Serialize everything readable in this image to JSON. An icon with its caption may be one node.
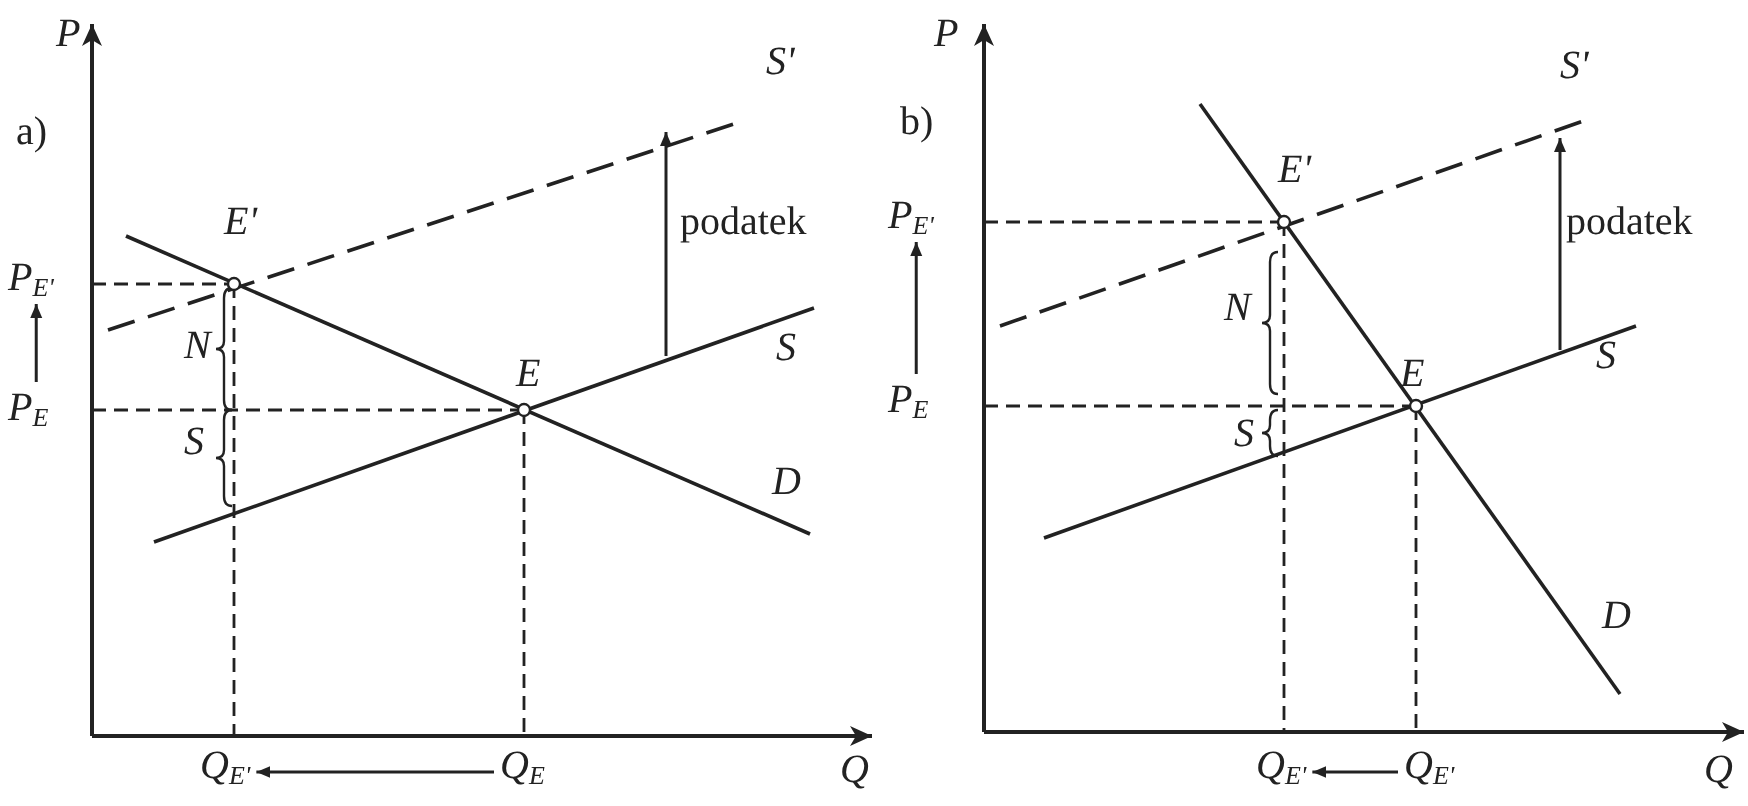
{
  "diagram": {
    "nodes": [
      {
        "text": [
          "P$_{E'}$"
        ]
      },
      {
        "text": [
          "P$_{E}$"
        ]
      },
      {
        "text": [
          "Q$_{E'}$"
        ]
      },
      {
        "text": [
          "Q$_{E}$"
        ]
      },
      {
        "text": [
          "P$_{E'}$"
        ]
      },
      {
        "text": [
          "P$_{E}$"
        ]
      },
      {
        "text": [
          "Q$_{E'}$"
        ]
      },
      {
        "text": [
          "Q$_{E'}$"
        ]
      }
    ],
    "edges": [
      {
        "from": 1,
        "to": 0,
        "arrow": "to"
      },
      {
        "from": 3,
        "to": 2,
        "arrow": "to"
      },
      {
        "from": 5,
        "to": 4,
        "arrow": "to"
      },
      {
        "from": 7,
        "to": 6,
        "arrow": "to"
      }
    ],
    "labels": [
      "P",
      "a)",
      "S'",
      "E'",
      "podatek",
      "N",
      "E",
      "S",
      "S",
      "D",
      "Q",
      "P",
      "b)",
      "S'",
      "E'",
      "podatek",
      "N",
      "E",
      "S",
      "S",
      "D",
      "Q"
    ]
  }
}
